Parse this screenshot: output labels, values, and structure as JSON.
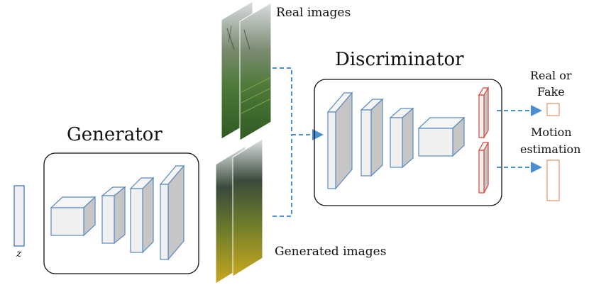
{
  "generator": {
    "title": "Generator"
  },
  "discriminator": {
    "title": "Discriminator"
  },
  "inputs": {
    "z_label": "z",
    "real_images_label": "Real images",
    "generated_images_label": "Generated images"
  },
  "outputs": {
    "real_or_fake_line1": "Real or",
    "real_or_fake_line2": "Fake",
    "motion_line1": "Motion",
    "motion_line2": "estimation"
  },
  "colors": {
    "block_stroke": "#5b8ac0",
    "block_front": "#f0f0f0",
    "block_side": "#c6c6c6",
    "output_block_stroke": "#d9443a",
    "output_box_stroke": "#e8915e",
    "arrow": "#4a90d0",
    "panel_stroke": "#111111"
  },
  "icons": {
    "layer_shape": "3d-block",
    "connector": "dashed-arrow"
  }
}
